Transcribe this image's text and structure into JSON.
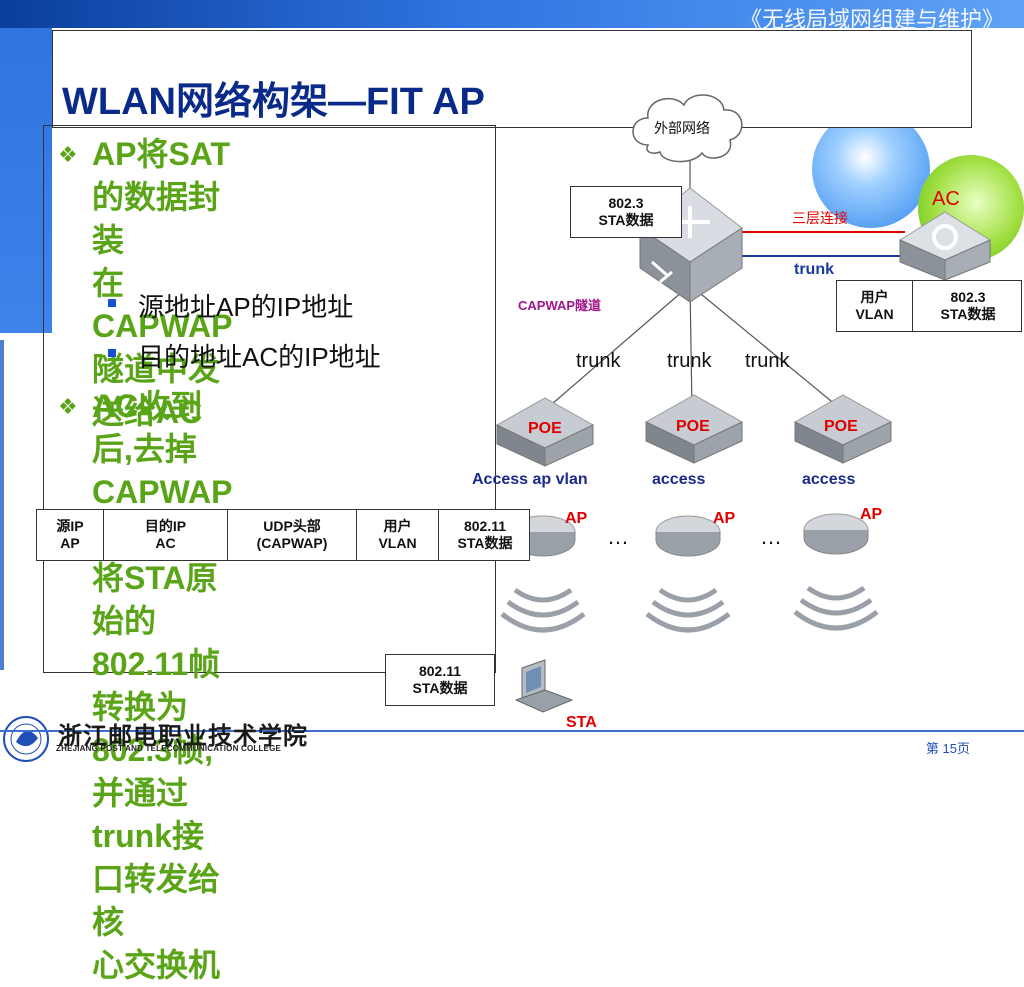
{
  "header": {
    "course_title": "《无线局域网组建与维护》"
  },
  "page_title": "WLAN网络构架—FIT AP",
  "bullets": [
    {
      "lines": [
        "AP将SAT的数据封装",
        "在CAPWAP隧道中发",
        "送给AC"
      ]
    },
    {
      "lines": [
        "AC收到后,去掉",
        "CAPWAP封装头部,",
        "将STA原始的",
        "802.11帧转换为",
        "802.3帧,并通过",
        "trunk接口转发给核",
        "心交换机"
      ]
    }
  ],
  "sub_bullets": [
    "源地址AP的IP地址",
    "目的地址AC的IP地址"
  ],
  "diagram": {
    "cloud": "外部网络",
    "frame_switch": "802.3\nSTA数据",
    "link_l3": "三层连接",
    "ac_label": "AC",
    "trunk_top": "trunk",
    "frame_ac": [
      "用户\nVLAN",
      "802.3\nSTA数据"
    ],
    "tunnel": "CAPWAP隧道",
    "trunks": [
      "trunk",
      "trunk",
      "trunk"
    ],
    "poe": [
      "POE",
      "POE",
      "POE"
    ],
    "ports": [
      "Access ap vlan",
      "access",
      "access"
    ],
    "ap": [
      "AP",
      "AP",
      "AP"
    ],
    "ellipsis": [
      "…",
      "…"
    ],
    "frame_capwap": [
      "源IP\nAP",
      "目的IP\nAC",
      "UDP头部\n(CAPWAP)",
      "用户\nVLAN",
      "802.11\nSTA数据"
    ],
    "frame_sta": "802.11\nSTA数据",
    "sta": "STA"
  },
  "footer": {
    "college_cn": "浙江邮电职业技术学院",
    "college_en": "ZHEJIANG POST AND TELECOMMUNICATION COLLEGE",
    "page": "第 15页"
  },
  "colors": {
    "title": "#0a2a8a",
    "bullet": "#5aa418",
    "accent_red": "#e00000",
    "tunnel": "#a0168c"
  }
}
